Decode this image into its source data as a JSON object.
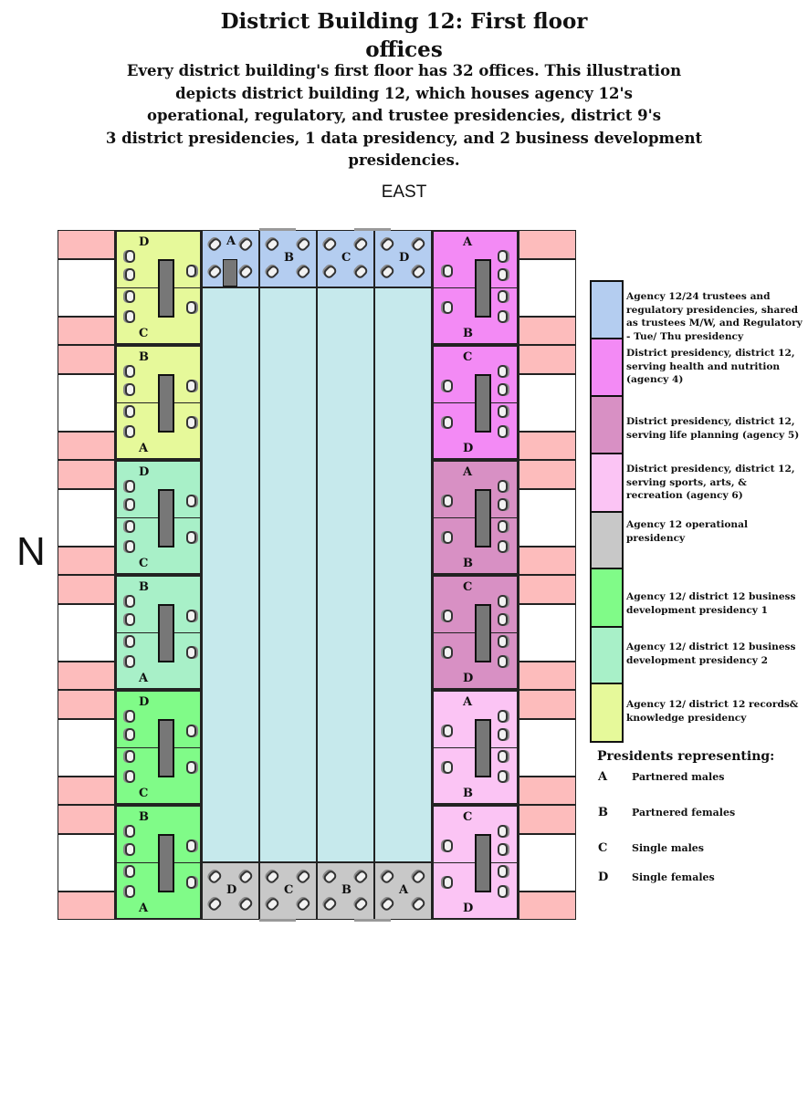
{
  "title_lines": [
    "District Building 12: First floor",
    "offices"
  ],
  "description_lines": [
    "Every district building's first floor has 32 offices. This illustration",
    "depicts district building 12, which houses agency 12's",
    "operational, regulatory, and trustee presidencies, district 9's",
    "3 district presidencies, 1 data presidency, and 2 business development",
    "presidencies."
  ],
  "compass": {
    "east": "EAST",
    "north": "N"
  },
  "colors": {
    "blue": "#b4cdf0",
    "magenta": "#f38af5",
    "mauve": "#d890c4",
    "lightpink": "#fbc4f4",
    "gray": "#c8c8c8",
    "green": "#80fb88",
    "mint": "#a8f0c8",
    "yellow": "#e6f99a",
    "corridor": "#c6e9ec",
    "window": "#fdbcbc"
  },
  "west_rooms": [
    {
      "color": "yellow",
      "top": "D",
      "bottom": "C"
    },
    {
      "color": "yellow",
      "top": "B",
      "bottom": "A"
    },
    {
      "color": "mint",
      "top": "D",
      "bottom": "C"
    },
    {
      "color": "mint",
      "top": "B",
      "bottom": "A"
    },
    {
      "color": "green",
      "top": "D",
      "bottom": "C"
    },
    {
      "color": "green",
      "top": "B",
      "bottom": "A"
    }
  ],
  "east_rooms": [
    {
      "color": "magenta",
      "top": "A",
      "bottom": "B"
    },
    {
      "color": "magenta",
      "top": "C",
      "bottom": "D"
    },
    {
      "color": "mauve",
      "top": "A",
      "bottom": "B"
    },
    {
      "color": "mauve",
      "top": "C",
      "bottom": "D"
    },
    {
      "color": "lightpink",
      "top": "A",
      "bottom": "B"
    },
    {
      "color": "lightpink",
      "top": "C",
      "bottom": "D"
    }
  ],
  "north_offices": {
    "color": "blue",
    "labels": [
      "A",
      "B",
      "C",
      "D"
    ]
  },
  "south_offices": {
    "color": "gray",
    "labels": [
      "D",
      "C",
      "B",
      "A"
    ]
  },
  "legend": [
    {
      "color": "blue",
      "text": "Agency 12/24 trustees and regulatory presidencies, shared as trustees M/W, and Regulatory - Tue/ Thu presidency"
    },
    {
      "color": "magenta",
      "text": "District presidency, district 12, serving health and nutrition (agency 4)"
    },
    {
      "color": "mauve",
      "text": "District presidency, district 12, serving life planning (agency 5)"
    },
    {
      "color": "lightpink",
      "text": "District presidency, district 12, serving sports, arts, & recreation (agency 6)"
    },
    {
      "color": "gray",
      "text": "Agency 12 operational presidency"
    },
    {
      "color": "green",
      "text": "Agency 12/ district 12 business development presidency 1"
    },
    {
      "color": "mint",
      "text": "Agency 12/ district 12 business development presidency 2"
    },
    {
      "color": "yellow",
      "text": "Agency 12/ district 12 records& knowledge presidency"
    }
  ],
  "presidents": {
    "heading": "Presidents representing:",
    "items": [
      {
        "letter": "A",
        "text": "Partnered males"
      },
      {
        "letter": "B",
        "text": "Partnered females"
      },
      {
        "letter": "C",
        "text": "Single males"
      },
      {
        "letter": "D",
        "text": "Single females"
      }
    ]
  }
}
